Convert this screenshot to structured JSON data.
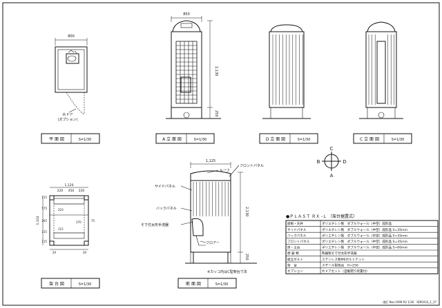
{
  "dims": {
    "plan_width": "800",
    "front_width": "850",
    "front_height": "2,130",
    "front_base": "250",
    "section_width": "1,125",
    "section_height": "2,130",
    "section_base": "250",
    "base_col1": "220",
    "base_col2": "450",
    "base_col3": "220",
    "base_total": "1,120",
    "base_side_total": "1,124",
    "base_side_top": "115",
    "base_side_a": "575",
    "base_side_b": "265",
    "base_side_c": "315",
    "base_side_d": "115",
    "base_side_e": "75",
    "base_mid_a": "210",
    "base_mid_b": "370",
    "base_mid_c": "115",
    "base_bottom_a": "20",
    "base_bottom_b": "20"
  },
  "labels": {
    "door_note_1": "片ドア",
    "door_note_2": "(オプション)",
    "plan_title": "平 面 図",
    "plan_scale": "S=1/30",
    "a_title": "A 立 面 図",
    "a_scale": "S=1/30",
    "d_title": "D 立 面 図",
    "d_scale": "S=1/30",
    "c_title": "C 立 面 図",
    "c_scale": "S=1/30",
    "base_title": "架 台 図",
    "base_scale": "S=1/30",
    "section_title": "断 面 図",
    "section_scale": "S=1/30",
    "section_note": "※カッコ内はC型架台寸法",
    "callout_roof": "ルーフ",
    "callout_front": "フロントパネル",
    "callout_side": "サイドパネル",
    "callout_back": "バックパネル",
    "callout_handrail": "そで付太形手洗器",
    "callout_floor": "フロアー"
  },
  "compass": {
    "c": "C",
    "b": "B",
    "d": "D",
    "a": "A"
  },
  "spec": {
    "title": "●ＰＬＡＳＴ ＲＸ -Ｌ （架台据置式）",
    "rows": [
      {
        "part": "屋根・天井",
        "desc": "ポリエチレン製　ダブルウォール（中空）成形品"
      },
      {
        "part": "サイドパネル",
        "desc": "ポリエチレン製　ダブルウォール（中空）成形品 S=35mm"
      },
      {
        "part": "バックパネル",
        "desc": "ポリエチレン製　ダブルウォール（中空）成形品 S=35mm"
      },
      {
        "part": "フロントパネル",
        "desc": "ポリエチレン製　ダブルウォール（中空）成形品 S=35mm"
      },
      {
        "part": "床・土台",
        "desc": "ポリエチレン製　ダブルウォール（中空）成形品 S=60mm"
      },
      {
        "part": "便 器 類",
        "desc": "陶器製そで付太形手洗器"
      },
      {
        "part": "組立ボルト",
        "desc": "ステンレス製M6ボルトナット"
      },
      {
        "part": "架　台",
        "desc": "スチール製架台　H=250"
      },
      {
        "part": "オプション",
        "desc": "片ドアセット（自動閉り装置付）"
      }
    ]
  },
  "footer": "改訂 Nov.1999 R2 1/30　ID95033_1_37"
}
